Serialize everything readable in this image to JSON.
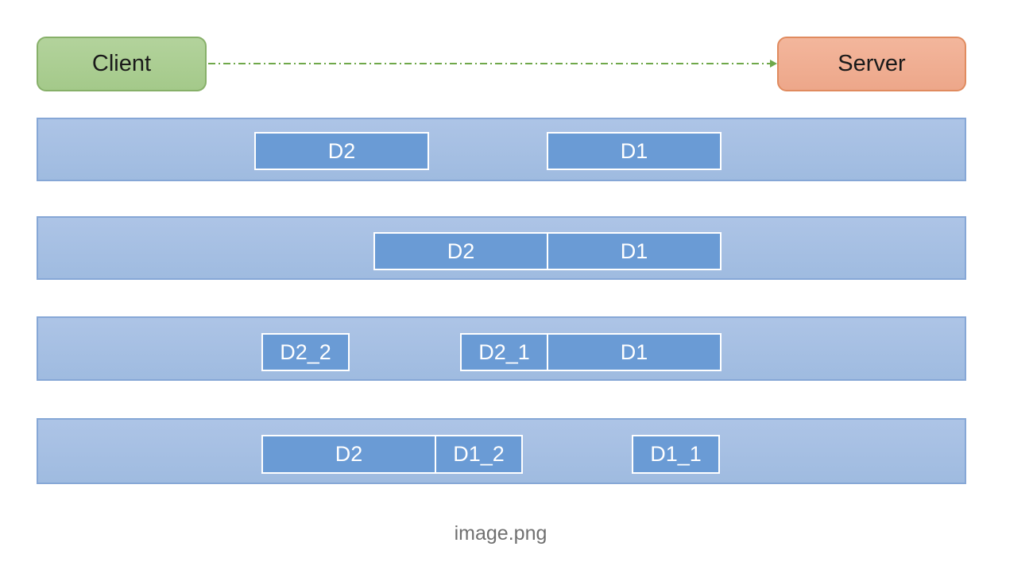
{
  "nodes": {
    "client": "Client",
    "server": "Server"
  },
  "lanes": [
    {
      "segments": [
        "D2",
        "D1"
      ]
    },
    {
      "segments": [
        "D2",
        "D1"
      ]
    },
    {
      "segments": [
        "D2_2",
        "D2_1",
        "D1"
      ]
    },
    {
      "segments": [
        "D2",
        "D1_2",
        "D1_1"
      ]
    }
  ],
  "caption": "image.png",
  "colors": {
    "client": "#a9ce91",
    "server": "#efac8f",
    "lane": "#a6c0e3",
    "segment": "#6a9bd5",
    "arrow": "#6fa84a"
  }
}
